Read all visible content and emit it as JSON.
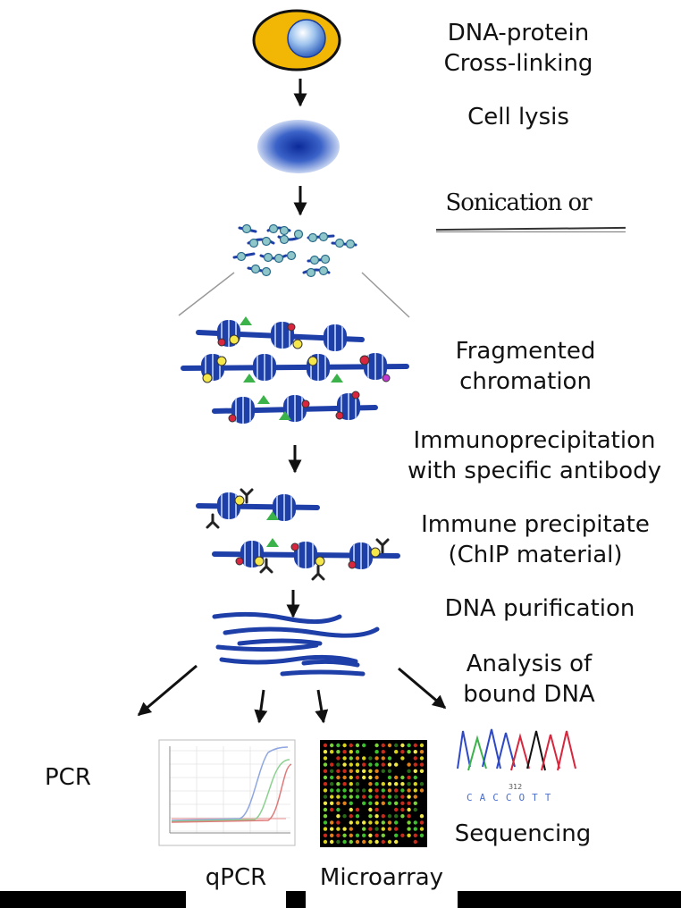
{
  "steps": {
    "crosslink_line1": "DNA-protein",
    "crosslink_line2": "Cross-linking",
    "lysis": "Cell lysis",
    "sonication": "Sonication or",
    "fragmented_line1": "Fragmented",
    "fragmented_line2": "chromation",
    "ip_line1": "Immunoprecipitation",
    "ip_line2": "with specific antibody",
    "immune_line1": "Immune precipitate",
    "immune_line2": "(ChIP material)",
    "purification": "DNA purification",
    "analysis_line1": "Analysis of",
    "analysis_line2": "bound DNA"
  },
  "methods": {
    "pcr": "PCR",
    "qpcr": "qPCR",
    "microarray": "Microarray",
    "sequencing": "Sequencing"
  },
  "sequence_trace": {
    "bases": "CACCOTT",
    "position": "312"
  },
  "colors": {
    "dna_blue": "#1f3fa8",
    "cell_yellow": "#f2b705",
    "marker_red": "#d7263d",
    "marker_yellow": "#f5e64a",
    "marker_green": "#3bb34a",
    "marker_magenta": "#c23ad1"
  }
}
